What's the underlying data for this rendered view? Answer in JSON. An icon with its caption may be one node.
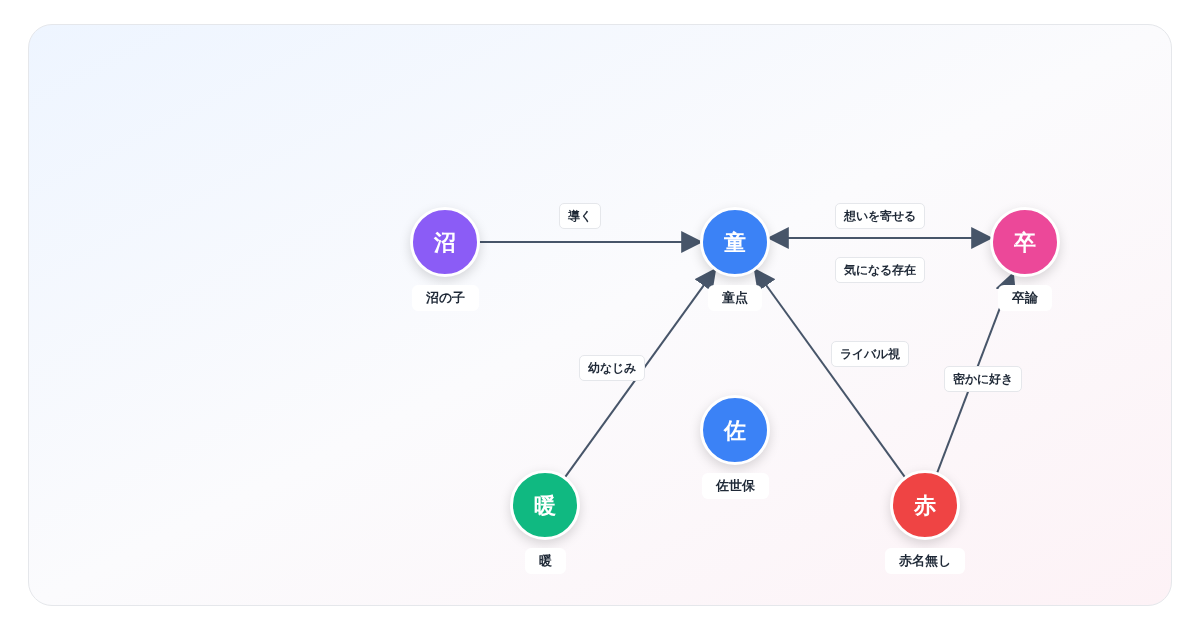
{
  "diagram": {
    "nodes": [
      {
        "text": [
          "沼"
        ],
        "beside": [
          "沼の子"
        ]
      },
      {
        "text": [
          "童"
        ],
        "beside": [
          "童点"
        ]
      },
      {
        "text": [
          "卒"
        ],
        "beside": [
          "卒論"
        ]
      },
      {
        "text": [
          "佐"
        ],
        "beside": [
          "佐世保"
        ]
      },
      {
        "text": [
          "暖"
        ],
        "beside": [
          "暖"
        ]
      },
      {
        "text": [
          "赤"
        ],
        "beside": [
          "赤名無し"
        ]
      }
    ],
    "edges": [
      {
        "from": 0,
        "to": 1,
        "arrow": "to",
        "label": "導く"
      },
      {
        "from": 1,
        "to": 2,
        "arrow": "to",
        "label": "想いを寄せる"
      },
      {
        "from": 2,
        "to": 1,
        "arrow": "to",
        "label": "気になる存在"
      },
      {
        "from": 4,
        "to": 1,
        "arrow": "to",
        "label": "幼なじみ"
      },
      {
        "from": 5,
        "to": 1,
        "arrow": "to",
        "label": "ライバル視"
      },
      {
        "from": 5,
        "to": 2,
        "arrow": "to",
        "label": "密かに好き"
      }
    ]
  }
}
